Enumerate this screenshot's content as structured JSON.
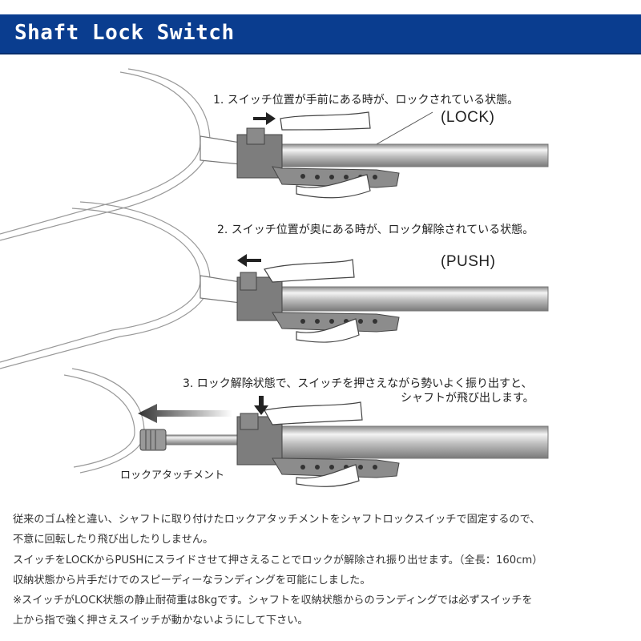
{
  "header": {
    "title": "Shaft Lock Switch",
    "bg_color": "#0a3d8f"
  },
  "steps": [
    {
      "text": "1. スイッチ位置が手前にある時が、ロックされている状態。",
      "mode": "(LOCK)"
    },
    {
      "text": "2. スイッチ位置が奥にある時が、ロック解除されている状態。",
      "mode": "(PUSH)"
    },
    {
      "text": "3. ロック解除状態で、スイッチを押さえながら勢いよく振り出すと、",
      "text2": "シャフトが飛び出します。"
    }
  ],
  "attachment_label": "ロックアタッチメント",
  "description": [
    "従来のゴム栓と違い、シャフトに取り付けたロックアタッチメントをシャフトロックスイッチで固定するので、",
    "不意に回転したり飛び出したりしません。",
    "スイッチをLOCKからPUSHにスライドさせて押さえることでロックが解除され振り出せます。（全長：160cm）",
    "収納状態から片手だけでのスピーディーなランディングを可能にしました。",
    "※スイッチがLOCK状態の静止耐荷重は8kgです。シャフトを収納状態からのランディングでは必ずスイッチを",
    "上から指で強く押さえスイッチが動かないようにして下さい。"
  ]
}
